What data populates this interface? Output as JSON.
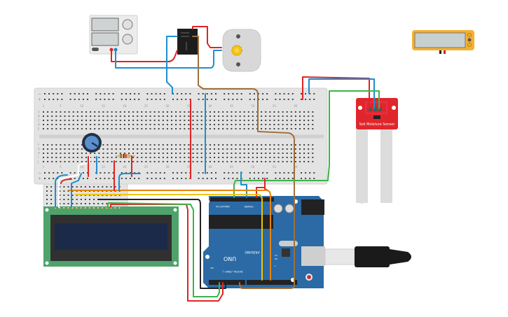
{
  "canvas": {
    "background": "#ffffff"
  },
  "breadboard": {
    "row_letters_top": [
      "A",
      "B",
      "C",
      "D",
      "E"
    ],
    "row_letters_bottom": [
      "F",
      "G",
      "H",
      "I",
      "J"
    ],
    "column_numbers": [
      "1",
      "5",
      "10",
      "15",
      "20",
      "25",
      "30",
      "35",
      "40",
      "45",
      "50",
      "55",
      "60"
    ],
    "rail_minus": "−",
    "rail_plus": "+"
  },
  "soil_sensor": {
    "label": "Soil Moisture Sensor",
    "color": "#e0262b"
  },
  "arduino": {
    "model": "UNO",
    "brand": "ARDUINO",
    "digital_label": "DIGITAL (PWM~)",
    "analog_label": "ANALOG IN",
    "power_label": "POWER",
    "tx": "TX",
    "rx": "RX",
    "l": "L",
    "on": "ON",
    "color": "#2b6aa5"
  },
  "lcd": {
    "board_color": "#4ea36a",
    "screen_color": "#1c2a4a"
  },
  "multimeter": {
    "color": "#f3b130"
  },
  "power_supply": {},
  "relay": {},
  "dc_motor": {},
  "wire_colors": {
    "red": "#e02424",
    "blue": "#1d8fd1",
    "green": "#3bb44a",
    "orange": "#e8820c",
    "yellow": "#eec600",
    "brown": "#a0703c",
    "black": "#222222",
    "white": "#ffffff"
  }
}
